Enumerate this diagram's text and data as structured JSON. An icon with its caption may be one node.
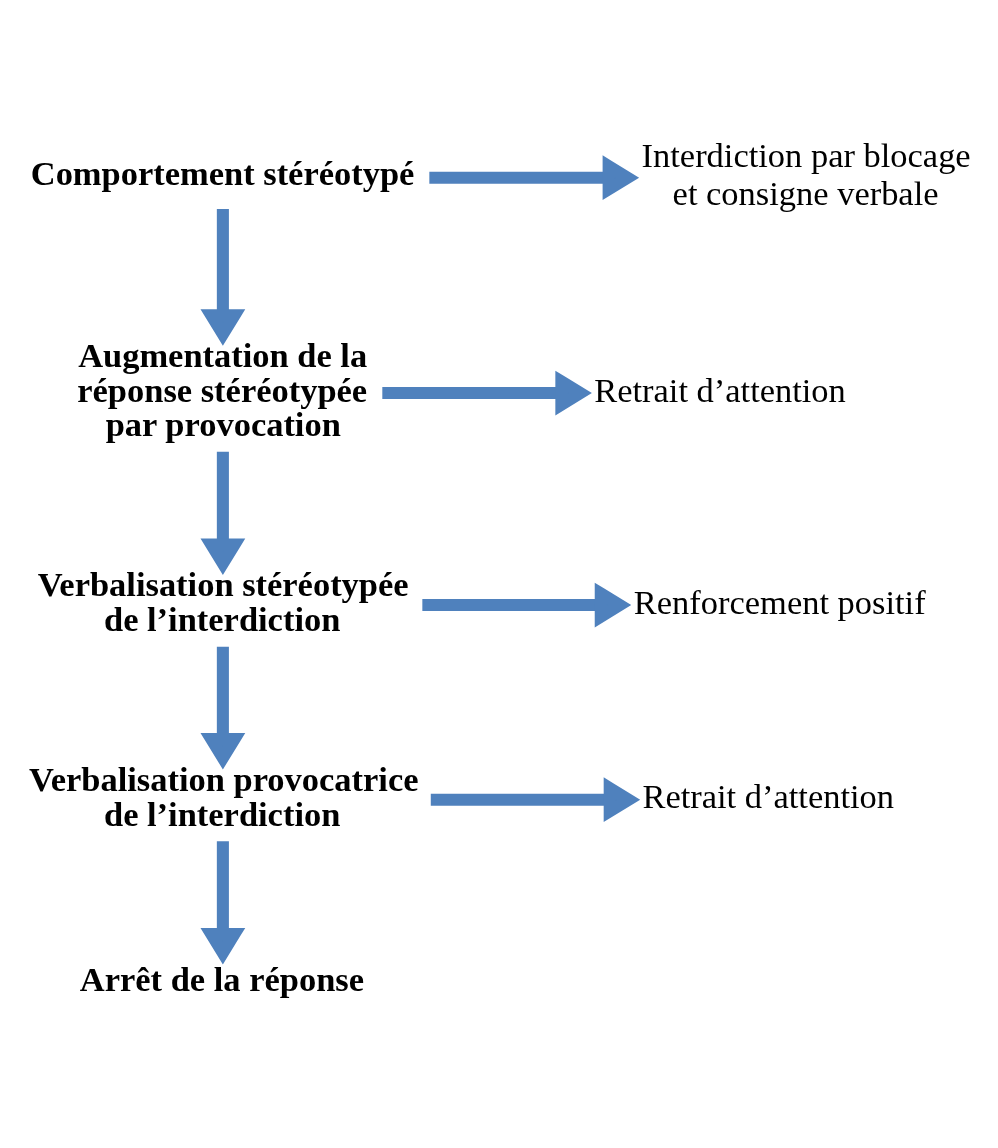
{
  "diagram": {
    "nodes": [
      {
        "text": [
          "Comportement stéréotypé"
        ]
      },
      {
        "text": [
          "Interdiction par blocage et consigne verbale"
        ]
      },
      {
        "text": [
          "Augmentation de la réponse stéréotypée par provocation"
        ]
      },
      {
        "text": [
          "Retrait d’attention"
        ]
      },
      {
        "text": [
          "Verbalisation stéréotypée de l’interdiction"
        ]
      },
      {
        "text": [
          "Renforcement positif"
        ]
      },
      {
        "text": [
          "Verbalisation provocatrice de l’interdiction"
        ]
      },
      {
        "text": [
          "Retrait d’attention"
        ]
      },
      {
        "text": [
          "Arrêt de la réponse"
        ]
      }
    ],
    "edges": [
      {
        "from": 0,
        "to": 1,
        "arrow": "to"
      },
      {
        "from": 0,
        "to": 2,
        "arrow": "to"
      },
      {
        "from": 2,
        "to": 3,
        "arrow": "to"
      },
      {
        "from": 2,
        "to": 4,
        "arrow": "to"
      },
      {
        "from": 4,
        "to": 5,
        "arrow": "to"
      },
      {
        "from": 4,
        "to": 6,
        "arrow": "to"
      },
      {
        "from": 6,
        "to": 7,
        "arrow": "to"
      },
      {
        "from": 6,
        "to": 8,
        "arrow": "to"
      }
    ]
  }
}
